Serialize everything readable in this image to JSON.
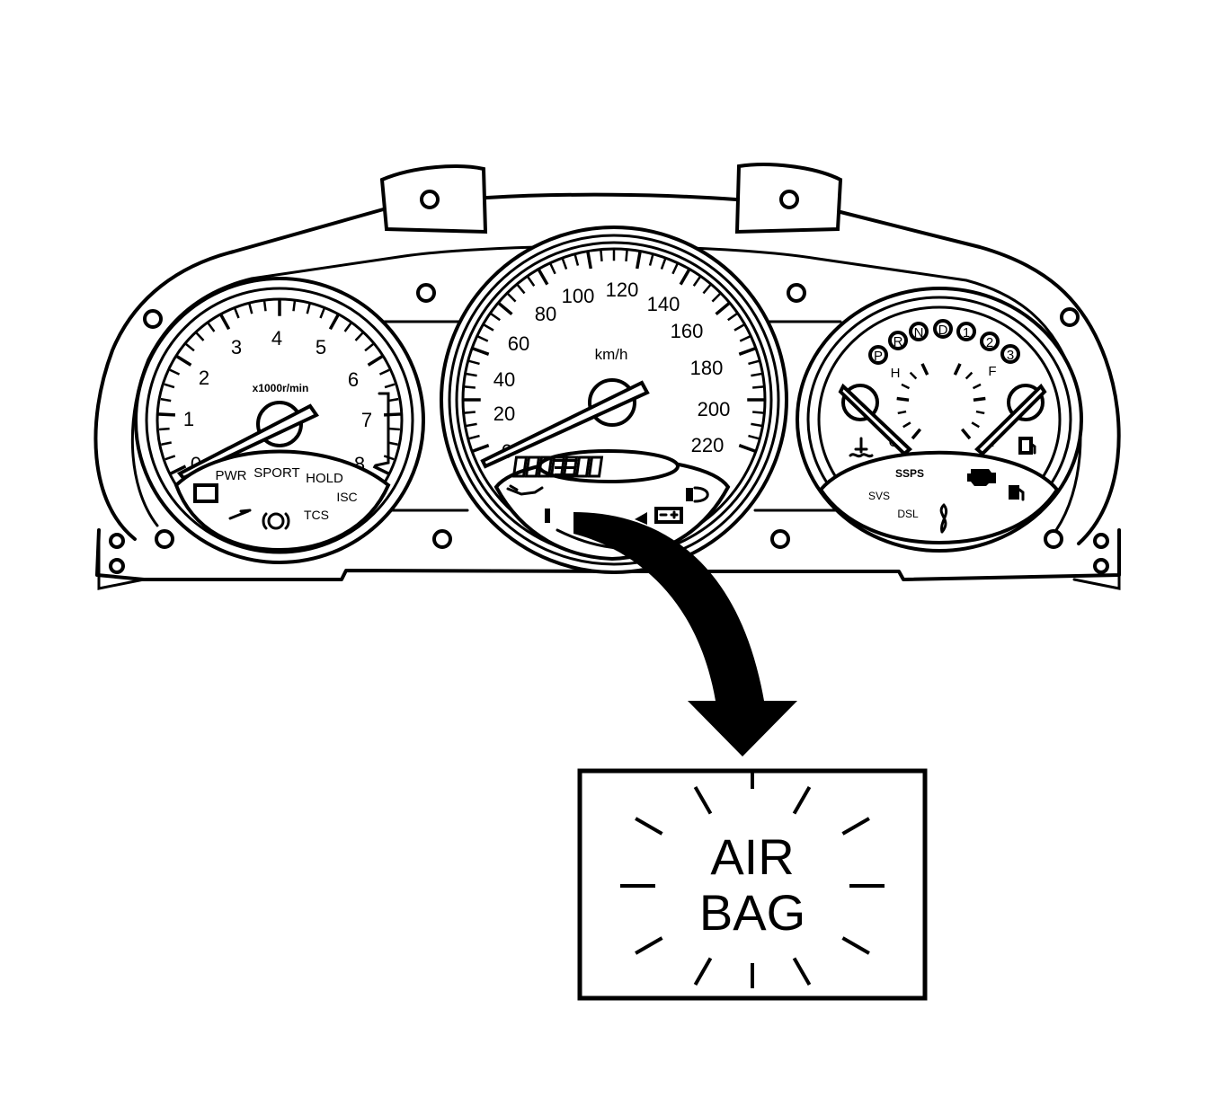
{
  "tachometer": {
    "scale_labels": [
      "0",
      "1",
      "2",
      "3",
      "4",
      "5",
      "6",
      "7",
      "8"
    ],
    "unit": "x1000r/min",
    "panel_labels": {
      "pwr": "PWR",
      "sport": "SPORT",
      "hold": "HOLD",
      "isc": "ISC",
      "tcs": "TCS"
    }
  },
  "speedometer": {
    "scale_labels": [
      "0",
      "20",
      "40",
      "60",
      "80",
      "100",
      "120",
      "140",
      "160",
      "180",
      "200",
      "220"
    ],
    "unit": "km/h"
  },
  "right_gauges": {
    "gear_positions": [
      "P",
      "R",
      "N",
      "D",
      "1",
      "2",
      "3"
    ],
    "temp_hot": "H",
    "temp_cold": "C",
    "fuel_full": "F",
    "fuel_empty": "E",
    "panel_labels": {
      "ssps": "SSPS",
      "svs": "SVS",
      "dsl": "DSL"
    }
  },
  "warning_callout": {
    "line1": "AIR",
    "line2": "BAG"
  }
}
